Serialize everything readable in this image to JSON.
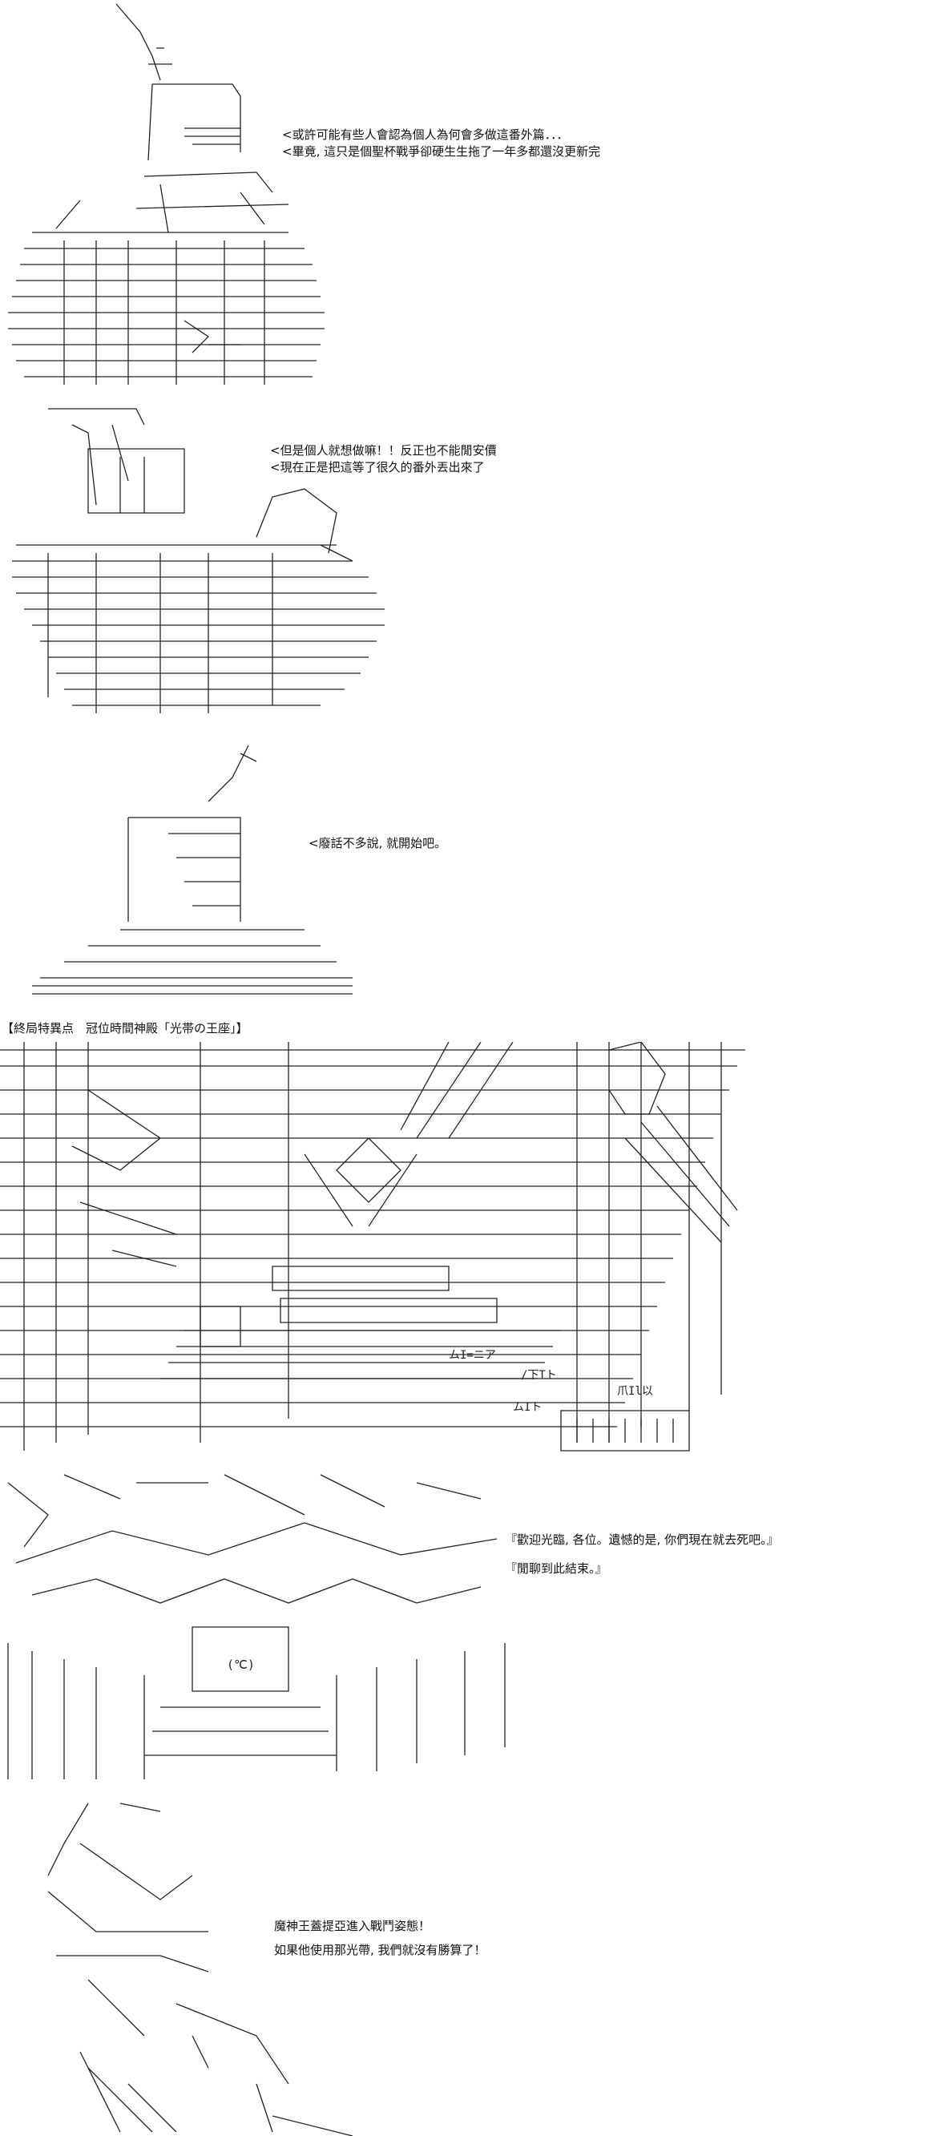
{
  "colors": {
    "ink": "#222222",
    "background": "#ffffff"
  },
  "panels": [
    {
      "id": "panel1",
      "lines": [
        "<或許可能有些人會認為個人為何會多做這番外篇．．．",
        "<畢竟, 這只是個聖杯戰爭卻硬生生拖了一年多都還沒更新完"
      ]
    },
    {
      "id": "panel2",
      "lines": [
        "<但是個人就想做嘛！！反正也不能閒安價",
        "<現在正是把這等了很久的番外丟出來了"
      ]
    },
    {
      "id": "panel3",
      "lines": [
        "<廢話不多說, 就開始吧。"
      ]
    },
    {
      "id": "panel4",
      "caption": "【終局特異点　冠位時間神殿「光帯の王座」】",
      "art_text": [
        "ムI=ニア",
        "/下Tト",
        "爪Il以",
        "ムIト"
      ]
    },
    {
      "id": "panel5",
      "lines": [
        "『歡迎光臨, 各位。遺憾的是, 你們現在就去死吧。』",
        "『閒聊到此結束。』"
      ],
      "art_text": [
        "(℃)"
      ]
    },
    {
      "id": "panel6",
      "lines": [
        "魔神王蓋提亞進入戰鬥姿態！",
        "如果他使用那光帶, 我們就沒有勝算了！"
      ]
    }
  ]
}
